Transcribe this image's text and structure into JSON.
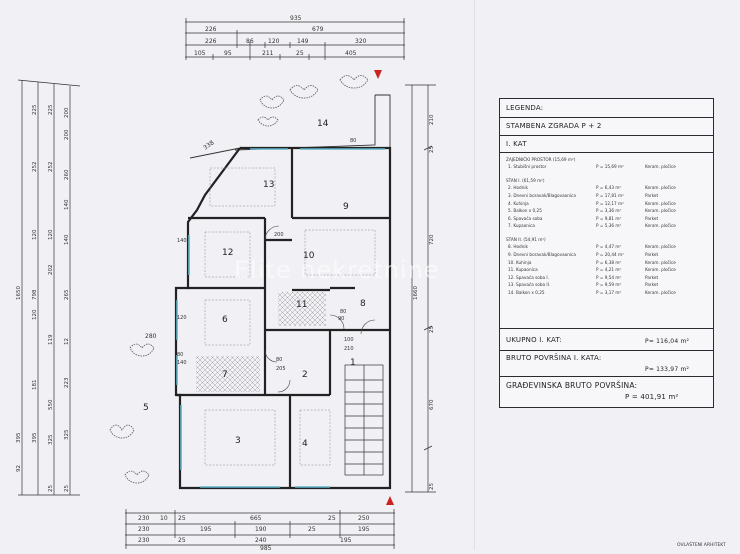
{
  "watermark": "Elite nekretnine",
  "dimensions": {
    "top": [
      "935",
      "226",
      "679",
      "226",
      "86",
      "120",
      "149",
      "320",
      "105",
      "95",
      "211",
      "25",
      "405"
    ],
    "bottom": [
      "230",
      "10",
      "25",
      "665",
      "25",
      "250",
      "230",
      "195",
      "190",
      "25",
      "195",
      "230",
      "25",
      "240",
      "195",
      "985"
    ],
    "left": [
      "1650",
      "798",
      "225",
      "252",
      "120",
      "202",
      "120",
      "119",
      "181",
      "92",
      "395",
      "550",
      "25",
      "225",
      "252",
      "140",
      "120",
      "200",
      "395",
      "223",
      "325",
      "25",
      "200",
      "260",
      "140",
      "265",
      "325",
      "12"
    ],
    "right": [
      "1660",
      "210",
      "25",
      "720",
      "25",
      "670",
      "25"
    ],
    "interior": [
      "338",
      "280",
      "80",
      "80",
      "100",
      "210",
      "140",
      "140",
      "120",
      "80",
      "200",
      "80",
      "205",
      "90"
    ]
  },
  "rooms": [
    "14",
    "13",
    "9",
    "12",
    "10",
    "11",
    "8",
    "6",
    "1",
    "7",
    "2",
    "5",
    "3",
    "4"
  ],
  "legend": {
    "title": "LEGENDA:",
    "building": "STAMBENA ZGRADA P + 2",
    "floor": "I. KAT",
    "common_header": "ZAJEDNIČKI PROSTOR (15,69 m²)",
    "common_items": [
      {
        "name": "1. Stubišni prostor",
        "area": "P = 15,69 m²",
        "finish": "Keram. pločice"
      }
    ],
    "unit1_header": "STAN I. (61,59 m²)",
    "unit1_items": [
      {
        "name": "2. Hodnik",
        "area": "P = 6,43 m²",
        "finish": "Keram. pločice"
      },
      {
        "name": "3. Dnevni boravak/Blagovaonica",
        "area": "P = 17,81 m²",
        "finish": "Parket"
      },
      {
        "name": "4. Kuhinja",
        "area": "P = 12,17 m²",
        "finish": "Keram. pločice"
      },
      {
        "name": "5. Balkon x 0,25",
        "area": "P = 3,36 m²",
        "finish": "Keram. pločice"
      },
      {
        "name": "6. Spavaća soba",
        "area": "P = 9,81 m²",
        "finish": "Parket"
      },
      {
        "name": "7. Kupaonica",
        "area": "P = 5,36 m²",
        "finish": "Keram. pločice"
      }
    ],
    "unit2_header": "STAN II. (54,91 m²)",
    "unit2_items": [
      {
        "name": "8. Hodnik",
        "area": "P = 4,47 m²",
        "finish": "Keram. pločice"
      },
      {
        "name": "9. Dnevni boravak/Blagovaonica",
        "area": "P = 20,44 m²",
        "finish": "Parket"
      },
      {
        "name": "10. Kuhinja",
        "area": "P = 6,38 m²",
        "finish": "Keram. pločice"
      },
      {
        "name": "11. Kupaonica",
        "area": "P = 4,21 m²",
        "finish": "Keram. pločice"
      },
      {
        "name": "12. Spavaća soba I.",
        "area": "P = 9,54 m²",
        "finish": "Parket"
      },
      {
        "name": "13. Spavaća soba II.",
        "area": "P = 9,59 m²",
        "finish": "Parket"
      },
      {
        "name": "14. Balkon x 0,25",
        "area": "P = 3,17 m²",
        "finish": "Keram. pločice"
      }
    ],
    "total_label": "UKUPNO I. KAT:",
    "total_value": "P= 116,04 m²",
    "gross_label": "BRUTO POVRŠINA I. KATA:",
    "gross_value": "P= 133,97 m²",
    "building_gross_label": "GRAĐEVINSKA BRUTO POVRŠINA:",
    "building_gross_value": "P = 401,91 m²",
    "footer": "OVLAŠTENI ARHITEKT"
  }
}
